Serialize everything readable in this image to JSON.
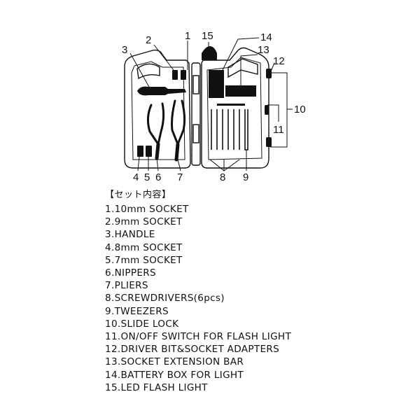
{
  "callouts": [
    "1",
    "2",
    "3",
    "4",
    "5",
    "6",
    "7",
    "8",
    "9",
    "10",
    "11",
    "12",
    "13",
    "14",
    "15"
  ],
  "legend": {
    "title": "【セット内容】",
    "items": [
      "1.10mm SOCKET",
      "2.9mm SOCKET",
      "3.HANDLE",
      "4.8mm SOCKET",
      "5.7mm SOCKET",
      "6.NIPPERS",
      "7.PLIERS",
      "8.SCREWDRIVERS(6pcs)",
      "9.TWEEZERS",
      "10.SLIDE LOCK",
      "11.ON/OFF SWITCH FOR FLASH LIGHT",
      "12.DRIVER BIT&SOCKET ADAPTERS",
      "13.SOCKET EXTENSION BAR",
      "14.BATTERY BOX FOR LIGHT",
      "15.LED FLASH LIGHT"
    ]
  }
}
